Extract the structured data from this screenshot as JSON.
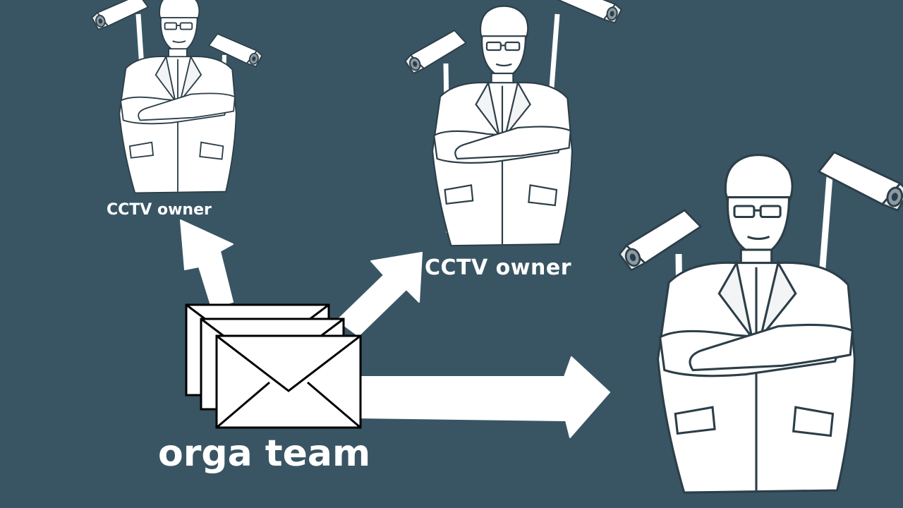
{
  "colors": {
    "background": "#395564",
    "drawing": "#ffffff",
    "line": "#2c3e48",
    "envelope_stroke": "#000000"
  },
  "nodes": {
    "owner_left": {
      "label": "CCTV owner",
      "icon": "cctv-owner-icon"
    },
    "owner_middle": {
      "label": "CCTV owner",
      "icon": "cctv-owner-icon"
    },
    "owner_right": {
      "icon": "cctv-owner-icon"
    },
    "sender": {
      "label": "orga team",
      "icon": "envelopes-icon"
    }
  },
  "edges": [
    {
      "from": "sender",
      "to": "owner_left"
    },
    {
      "from": "sender",
      "to": "owner_middle"
    },
    {
      "from": "sender",
      "to": "owner_right"
    }
  ]
}
